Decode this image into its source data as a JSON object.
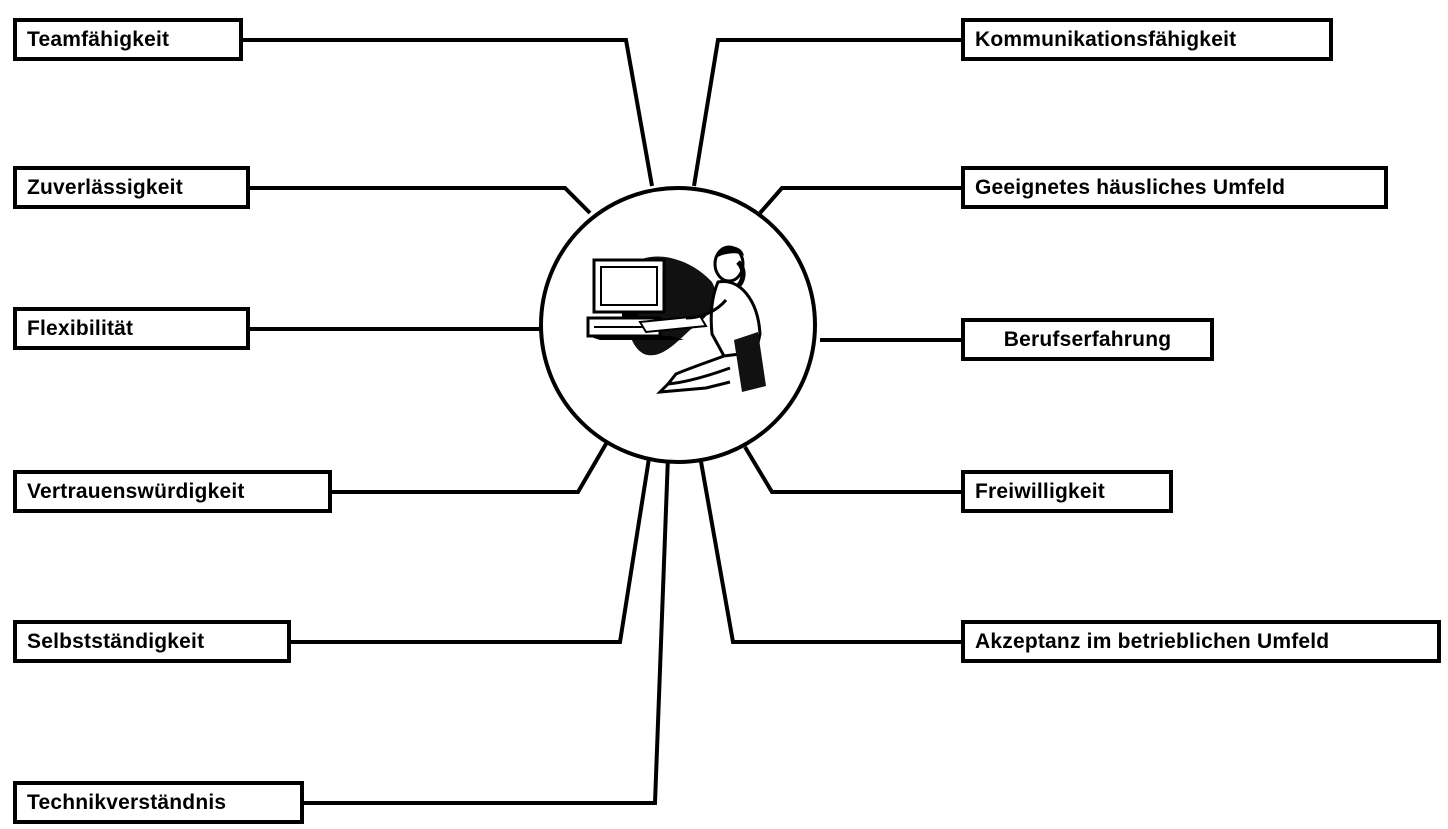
{
  "diagram": {
    "hub_icon": "person-at-computer-icon",
    "colors": {
      "stroke": "#000000",
      "background": "#ffffff"
    },
    "left_labels": [
      {
        "id": "teamfaehigkeit",
        "text": "Teamfähigkeit"
      },
      {
        "id": "zuverlaessigkeit",
        "text": "Zuverlässigkeit"
      },
      {
        "id": "flexibilitaet",
        "text": "Flexibilität"
      },
      {
        "id": "vertrauenswuerdigkeit",
        "text": "Vertrauenswürdigkeit"
      },
      {
        "id": "selbststaendigkeit",
        "text": "Selbstständigkeit"
      },
      {
        "id": "technikverstaendnis",
        "text": "Technikverständnis"
      }
    ],
    "right_labels": [
      {
        "id": "kommunikationsfaehigkeit",
        "text": "Kommunikationsfähigkeit"
      },
      {
        "id": "haeusliches-umfeld",
        "text": "Geeignetes häusliches Umfeld"
      },
      {
        "id": "berufserfahrung",
        "text": "Berufserfahrung"
      },
      {
        "id": "freiwilligkeit",
        "text": "Freiwilligkeit"
      },
      {
        "id": "akzeptanz",
        "text": "Akzeptanz im betrieblichen Umfeld"
      }
    ]
  }
}
